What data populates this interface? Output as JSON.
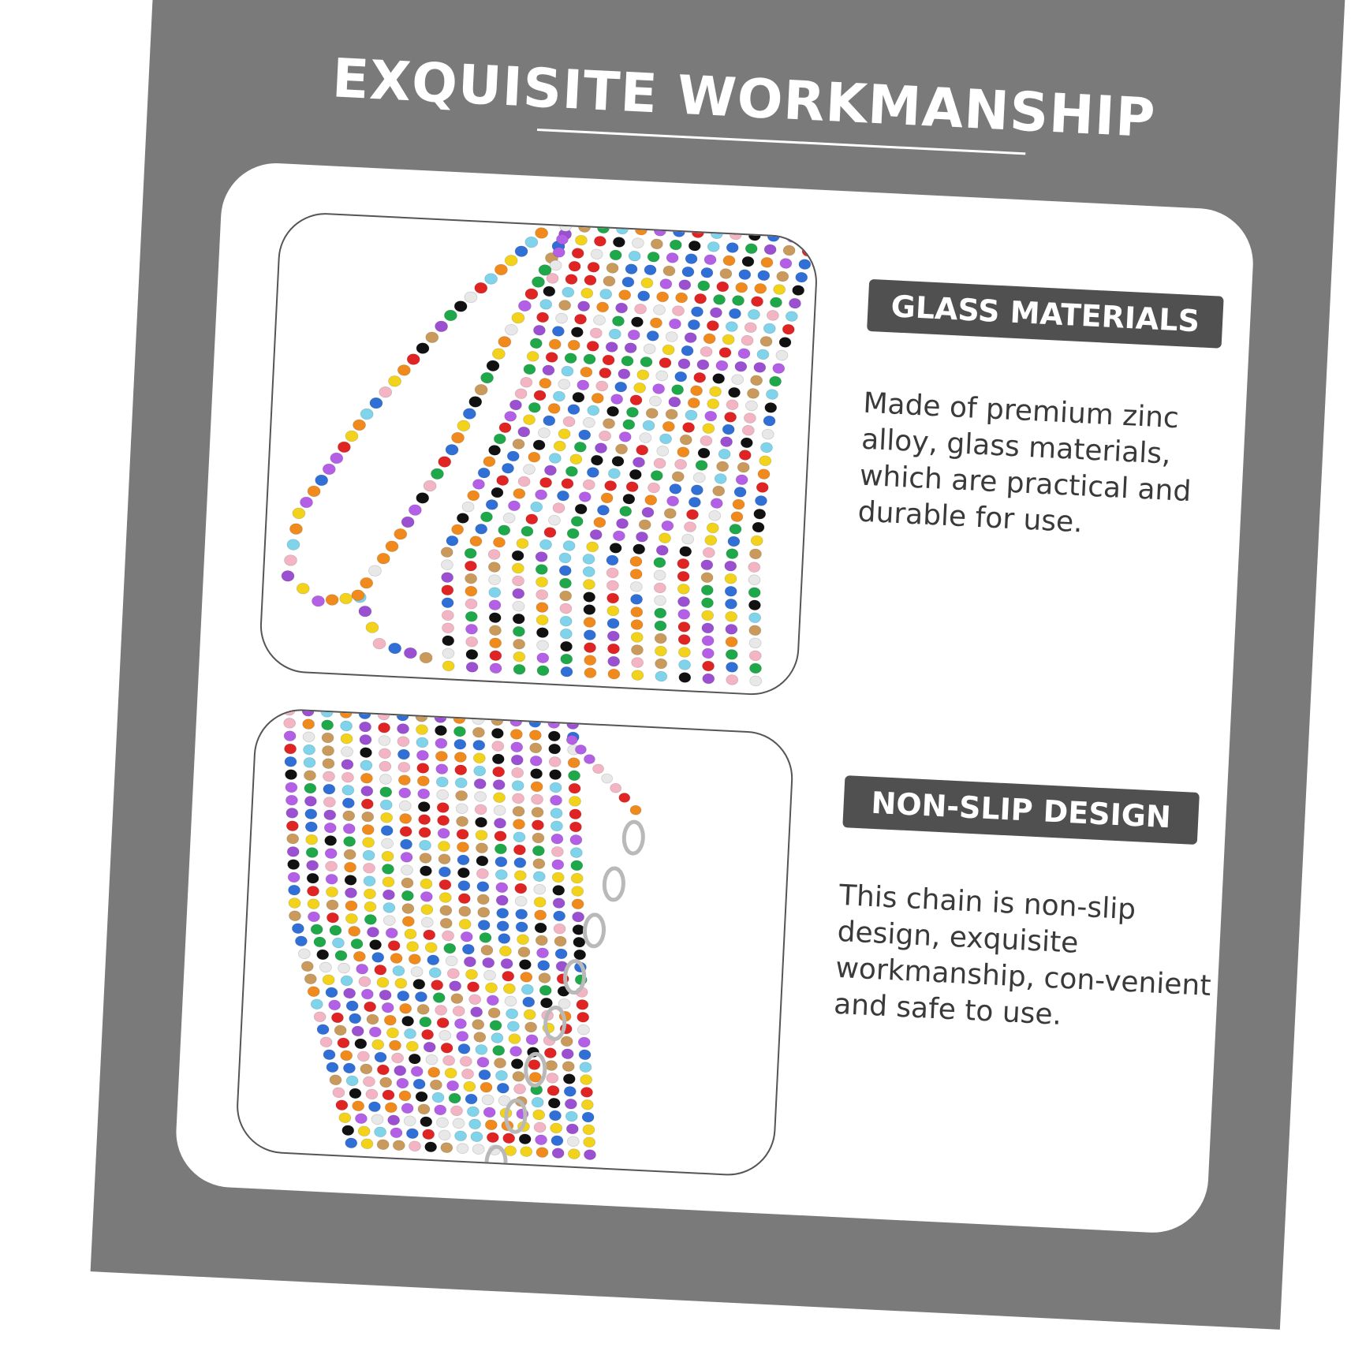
{
  "header": {
    "title": "EXQUISITE WORKMANSHIP"
  },
  "features": [
    {
      "badge": "GLASS MATERIALS",
      "description": "Made of premium zinc alloy, glass materials, which are practical and durable for use."
    },
    {
      "badge": "NON-SLIP DESIGN",
      "description": "This chain is non-slip design, exquisite workmanship, con-venient and safe to use."
    }
  ],
  "colors": {
    "background": "#7a7a7a",
    "card": "#ffffff",
    "badge": "#505050",
    "text": "#3a3a3a",
    "beads": [
      "#e02424",
      "#2f6fd6",
      "#f2d21b",
      "#9b4fd1",
      "#1fa84a",
      "#f08a1c",
      "#7fd3ea",
      "#111111",
      "#f3b5c4",
      "#c99a5b",
      "#e8e8e8",
      "#b35fe6"
    ],
    "clasp": "#b9b9b9"
  }
}
